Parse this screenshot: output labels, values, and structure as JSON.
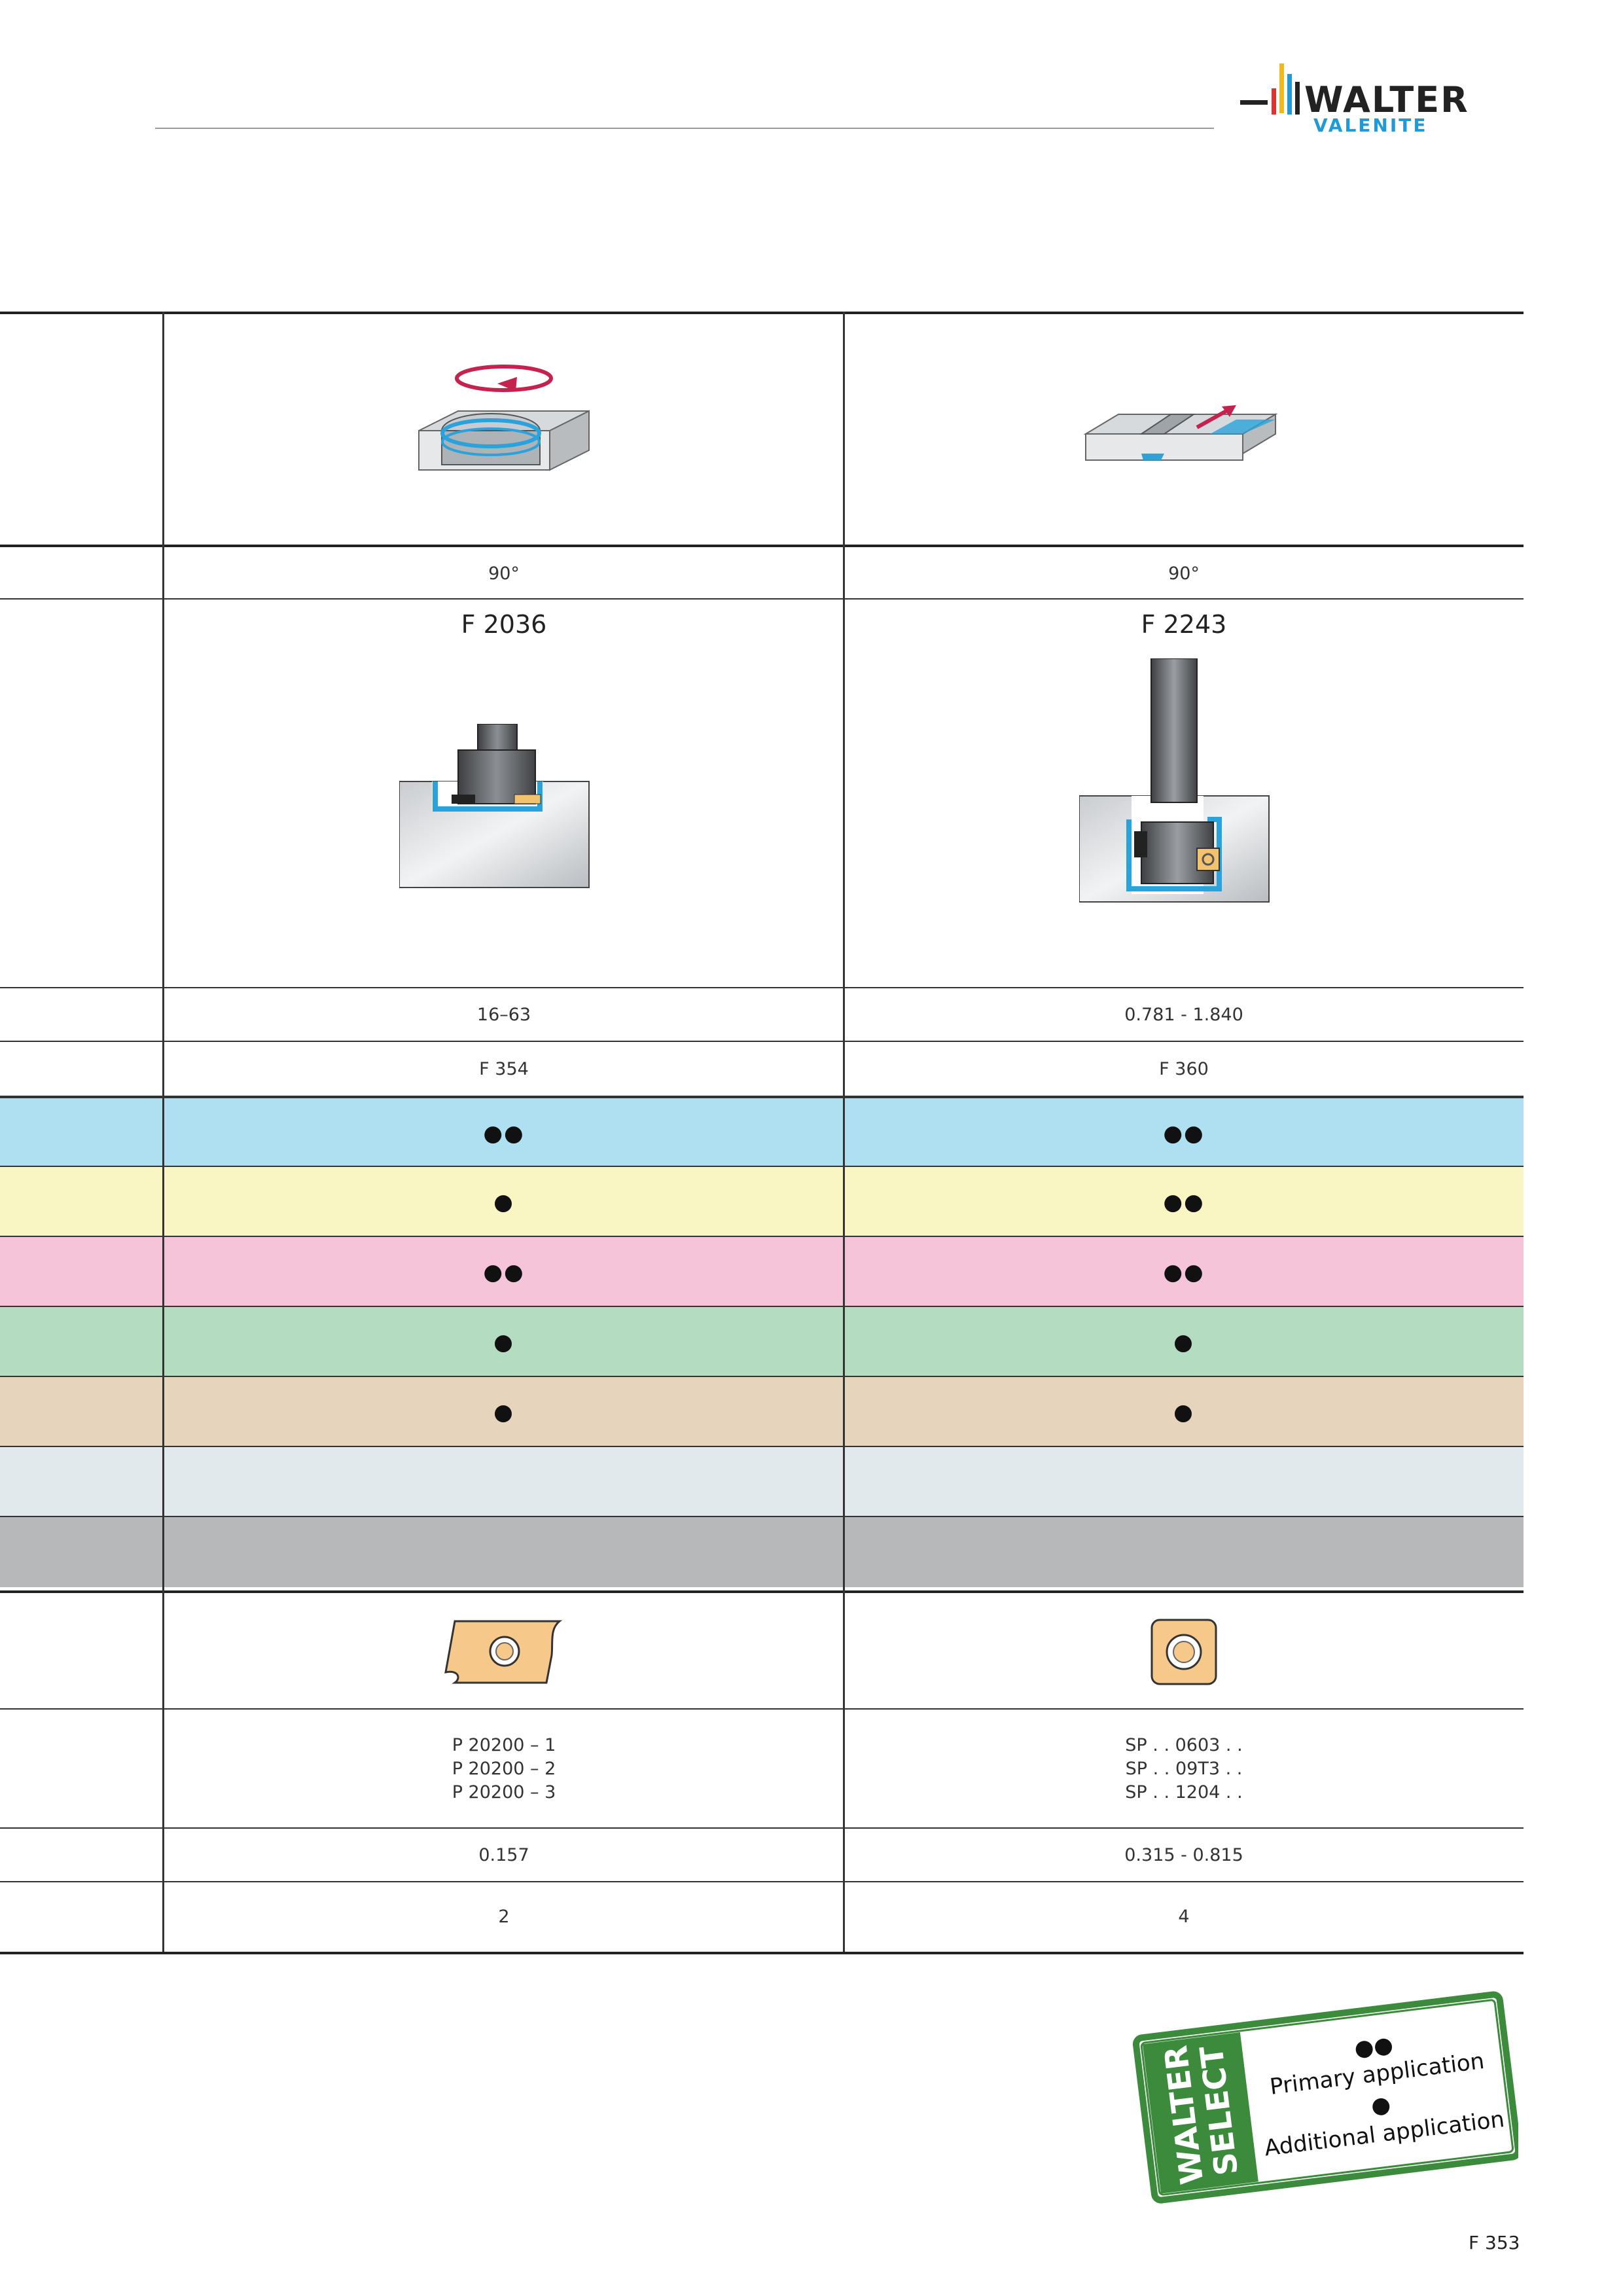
{
  "brand": {
    "line1": "WALTER",
    "line2": "VALENITE"
  },
  "columns": [
    {
      "angle": "90°",
      "code": "F 2036",
      "diameter": "16–63",
      "page_ref": "F 354",
      "materials": [
        "●●",
        "●",
        "●●",
        "●",
        "●",
        "",
        ""
      ],
      "insert_refs": [
        "P 20200 – 1",
        "P 20200 – 2",
        "P 20200 – 3"
      ],
      "depth": "0.157",
      "count": "2"
    },
    {
      "angle": "90°",
      "code": "F 2243",
      "diameter": "0.781 - 1.840",
      "page_ref": "F 360",
      "materials": [
        "●●",
        "●●",
        "●●",
        "●",
        "●",
        "",
        ""
      ],
      "insert_refs": [
        "SP . . 0603 . .",
        "SP . . 09T3 . .",
        "SP . . 1204 . ."
      ],
      "depth": "0.315 - 0.815",
      "count": "4"
    }
  ],
  "material_colors": [
    "#aee0f1",
    "#f9f6c3",
    "#f5c4d9",
    "#b4dcc0",
    "#e6d5bc",
    "#e2e9ec",
    "#b7b8ba"
  ],
  "legend": {
    "brand1": "WALTER",
    "brand2": "SELECT",
    "primary_symbol": "●●",
    "primary_label": "Primary application",
    "additional_symbol": "●",
    "additional_label": "Additional application"
  },
  "page_number": "F 353"
}
